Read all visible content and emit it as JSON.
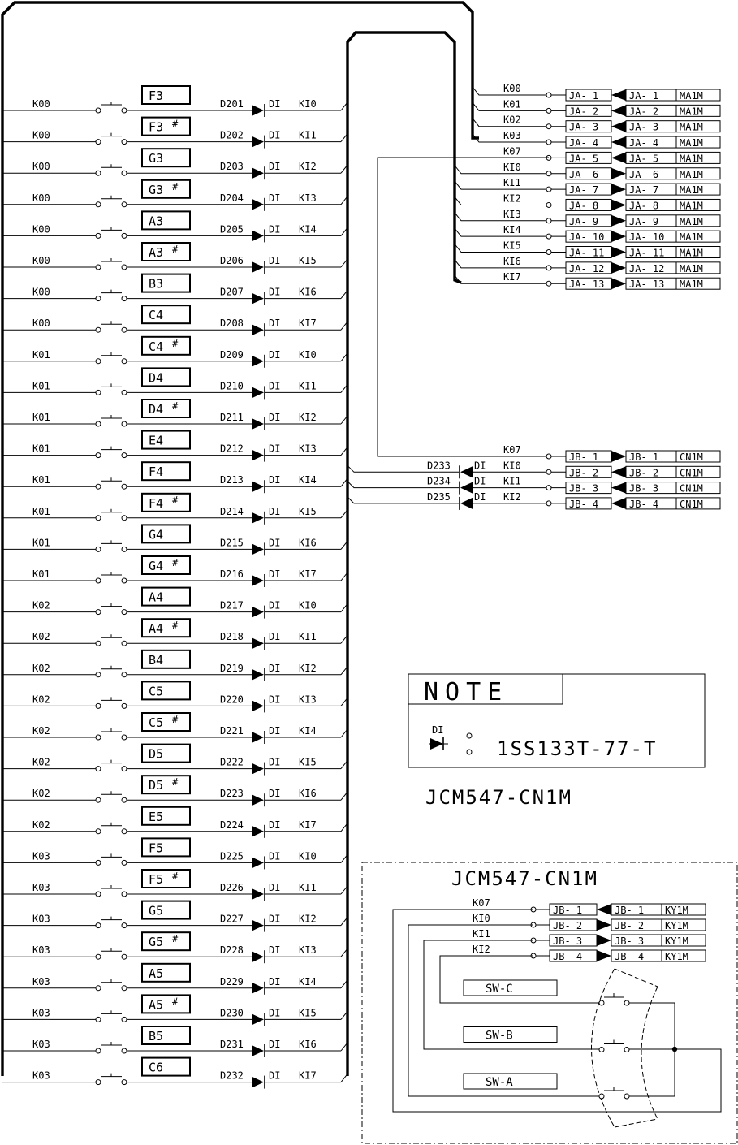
{
  "key_rows": [
    {
      "row_label": "K00",
      "note": "F3",
      "sharp": false,
      "diode": "D201",
      "diode_type": "DI",
      "input": "KI0"
    },
    {
      "row_label": "K00",
      "note": "F3",
      "sharp": true,
      "diode": "D202",
      "diode_type": "DI",
      "input": "KI1"
    },
    {
      "row_label": "K00",
      "note": "G3",
      "sharp": false,
      "diode": "D203",
      "diode_type": "DI",
      "input": "KI2"
    },
    {
      "row_label": "K00",
      "note": "G3",
      "sharp": true,
      "diode": "D204",
      "diode_type": "DI",
      "input": "KI3"
    },
    {
      "row_label": "K00",
      "note": "A3",
      "sharp": false,
      "diode": "D205",
      "diode_type": "DI",
      "input": "KI4"
    },
    {
      "row_label": "K00",
      "note": "A3",
      "sharp": true,
      "diode": "D206",
      "diode_type": "DI",
      "input": "KI5"
    },
    {
      "row_label": "K00",
      "note": "B3",
      "sharp": false,
      "diode": "D207",
      "diode_type": "DI",
      "input": "KI6"
    },
    {
      "row_label": "K00",
      "note": "C4",
      "sharp": false,
      "diode": "D208",
      "diode_type": "DI",
      "input": "KI7"
    },
    {
      "row_label": "K01",
      "note": "C4",
      "sharp": true,
      "diode": "D209",
      "diode_type": "DI",
      "input": "KI0"
    },
    {
      "row_label": "K01",
      "note": "D4",
      "sharp": false,
      "diode": "D210",
      "diode_type": "DI",
      "input": "KI1"
    },
    {
      "row_label": "K01",
      "note": "D4",
      "sharp": true,
      "diode": "D211",
      "diode_type": "DI",
      "input": "KI2"
    },
    {
      "row_label": "K01",
      "note": "E4",
      "sharp": false,
      "diode": "D212",
      "diode_type": "DI",
      "input": "KI3"
    },
    {
      "row_label": "K01",
      "note": "F4",
      "sharp": false,
      "diode": "D213",
      "diode_type": "DI",
      "input": "KI4"
    },
    {
      "row_label": "K01",
      "note": "F4",
      "sharp": true,
      "diode": "D214",
      "diode_type": "DI",
      "input": "KI5"
    },
    {
      "row_label": "K01",
      "note": "G4",
      "sharp": false,
      "diode": "D215",
      "diode_type": "DI",
      "input": "KI6"
    },
    {
      "row_label": "K01",
      "note": "G4",
      "sharp": true,
      "diode": "D216",
      "diode_type": "DI",
      "input": "KI7"
    },
    {
      "row_label": "K02",
      "note": "A4",
      "sharp": false,
      "diode": "D217",
      "diode_type": "DI",
      "input": "KI0"
    },
    {
      "row_label": "K02",
      "note": "A4",
      "sharp": true,
      "diode": "D218",
      "diode_type": "DI",
      "input": "KI1"
    },
    {
      "row_label": "K02",
      "note": "B4",
      "sharp": false,
      "diode": "D219",
      "diode_type": "DI",
      "input": "KI2"
    },
    {
      "row_label": "K02",
      "note": "C5",
      "sharp": false,
      "diode": "D220",
      "diode_type": "DI",
      "input": "KI3"
    },
    {
      "row_label": "K02",
      "note": "C5",
      "sharp": true,
      "diode": "D221",
      "diode_type": "DI",
      "input": "KI4"
    },
    {
      "row_label": "K02",
      "note": "D5",
      "sharp": false,
      "diode": "D222",
      "diode_type": "DI",
      "input": "KI5"
    },
    {
      "row_label": "K02",
      "note": "D5",
      "sharp": true,
      "diode": "D223",
      "diode_type": "DI",
      "input": "KI6"
    },
    {
      "row_label": "K02",
      "note": "E5",
      "sharp": false,
      "diode": "D224",
      "diode_type": "DI",
      "input": "KI7"
    },
    {
      "row_label": "K03",
      "note": "F5",
      "sharp": false,
      "diode": "D225",
      "diode_type": "DI",
      "input": "KI0"
    },
    {
      "row_label": "K03",
      "note": "F5",
      "sharp": true,
      "diode": "D226",
      "diode_type": "DI",
      "input": "KI1"
    },
    {
      "row_label": "K03",
      "note": "G5",
      "sharp": false,
      "diode": "D227",
      "diode_type": "DI",
      "input": "KI2"
    },
    {
      "row_label": "K03",
      "note": "G5",
      "sharp": true,
      "diode": "D228",
      "diode_type": "DI",
      "input": "KI3"
    },
    {
      "row_label": "K03",
      "note": "A5",
      "sharp": false,
      "diode": "D229",
      "diode_type": "DI",
      "input": "KI4"
    },
    {
      "row_label": "K03",
      "note": "A5",
      "sharp": true,
      "diode": "D230",
      "diode_type": "DI",
      "input": "KI5"
    },
    {
      "row_label": "K03",
      "note": "B5",
      "sharp": false,
      "diode": "D231",
      "diode_type": "DI",
      "input": "KI6"
    },
    {
      "row_label": "K03",
      "note": "C6",
      "sharp": false,
      "diode": "D232",
      "diode_type": "DI",
      "input": "KI7"
    }
  ],
  "sharp_symbol": "#",
  "ja_connector": [
    {
      "signal": "K00",
      "pin": "JA- 1",
      "mate": "JA- 1",
      "board": "MA1M",
      "dir": "in"
    },
    {
      "signal": "K01",
      "pin": "JA- 2",
      "mate": "JA- 2",
      "board": "MA1M",
      "dir": "in"
    },
    {
      "signal": "K02",
      "pin": "JA- 3",
      "mate": "JA- 3",
      "board": "MA1M",
      "dir": "in"
    },
    {
      "signal": "K03",
      "pin": "JA- 4",
      "mate": "JA- 4",
      "board": "MA1M",
      "dir": "in"
    },
    {
      "signal": "K07",
      "pin": "JA- 5",
      "mate": "JA- 5",
      "board": "MA1M",
      "dir": "in"
    },
    {
      "signal": "KI0",
      "pin": "JA- 6",
      "mate": "JA- 6",
      "board": "MA1M",
      "dir": "out"
    },
    {
      "signal": "KI1",
      "pin": "JA- 7",
      "mate": "JA- 7",
      "board": "MA1M",
      "dir": "out"
    },
    {
      "signal": "KI2",
      "pin": "JA- 8",
      "mate": "JA- 8",
      "board": "MA1M",
      "dir": "out"
    },
    {
      "signal": "KI3",
      "pin": "JA- 9",
      "mate": "JA- 9",
      "board": "MA1M",
      "dir": "out"
    },
    {
      "signal": "KI4",
      "pin": "JA- 10",
      "mate": "JA- 10",
      "board": "MA1M",
      "dir": "out"
    },
    {
      "signal": "KI5",
      "pin": "JA- 11",
      "mate": "JA- 11",
      "board": "MA1M",
      "dir": "out"
    },
    {
      "signal": "KI6",
      "pin": "JA- 12",
      "mate": "JA- 12",
      "board": "MA1M",
      "dir": "out"
    },
    {
      "signal": "KI7",
      "pin": "JA- 13",
      "mate": "JA- 13",
      "board": "MA1M",
      "dir": "out"
    }
  ],
  "jb_connector": [
    {
      "signal": "K07",
      "diode": "",
      "pin": "JB- 1",
      "mate": "JB- 1",
      "board": "CN1M",
      "dir": "out"
    },
    {
      "signal": "KI0",
      "diode": "D233",
      "pin": "JB- 2",
      "mate": "JB- 2",
      "board": "CN1M",
      "dir": "in"
    },
    {
      "signal": "KI1",
      "diode": "D234",
      "pin": "JB- 3",
      "mate": "JB- 3",
      "board": "CN1M",
      "dir": "in"
    },
    {
      "signal": "KI2",
      "diode": "D235",
      "pin": "JB- 4",
      "mate": "JB- 4",
      "board": "CN1M",
      "dir": "in"
    }
  ],
  "jb_diode_type": "DI",
  "note": {
    "title": "NOTE",
    "symbol_label": "DI",
    "part": "1SS133T-77-T"
  },
  "board_name": "JCM547-CN1M",
  "switch_board": {
    "title": "JCM547-CN1M",
    "connector": [
      {
        "signal": "K07",
        "pin": "JB- 1",
        "mate": "JB- 1",
        "board": "KY1M",
        "dir": "in"
      },
      {
        "signal": "KI0",
        "pin": "JB- 2",
        "mate": "JB- 2",
        "board": "KY1M",
        "dir": "out"
      },
      {
        "signal": "KI1",
        "pin": "JB- 3",
        "mate": "JB- 3",
        "board": "KY1M",
        "dir": "out"
      },
      {
        "signal": "KI2",
        "pin": "JB- 4",
        "mate": "JB- 4",
        "board": "KY1M",
        "dir": "out"
      }
    ],
    "switches": [
      "SW-C",
      "SW-B",
      "SW-A"
    ]
  }
}
